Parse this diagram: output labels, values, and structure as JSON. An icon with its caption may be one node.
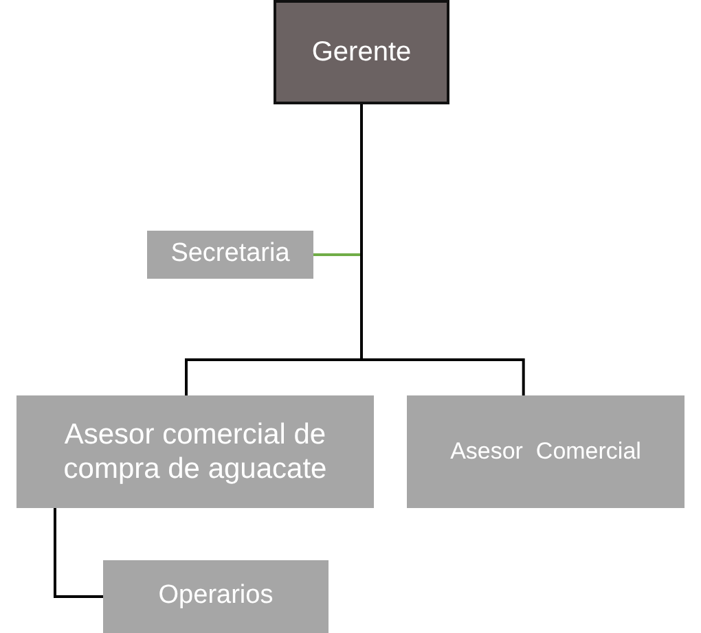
{
  "diagram": {
    "nodes": [
      {
        "text": [
          "Gerente"
        ]
      },
      {
        "text": [
          "Secretaria"
        ]
      },
      {
        "text": [
          "Asesor comercial de compra de aguacate"
        ]
      },
      {
        "text": [
          "Asesor  Comercial"
        ]
      },
      {
        "text": [
          "Operarios"
        ]
      }
    ],
    "edges": [
      {
        "from": 0,
        "to": 1,
        "arrow": "none",
        "color": "#70ad47"
      },
      {
        "from": 0,
        "to": 2,
        "arrow": "none"
      },
      {
        "from": 0,
        "to": 3,
        "arrow": "none"
      },
      {
        "from": 2,
        "to": 4,
        "arrow": "none"
      }
    ]
  }
}
